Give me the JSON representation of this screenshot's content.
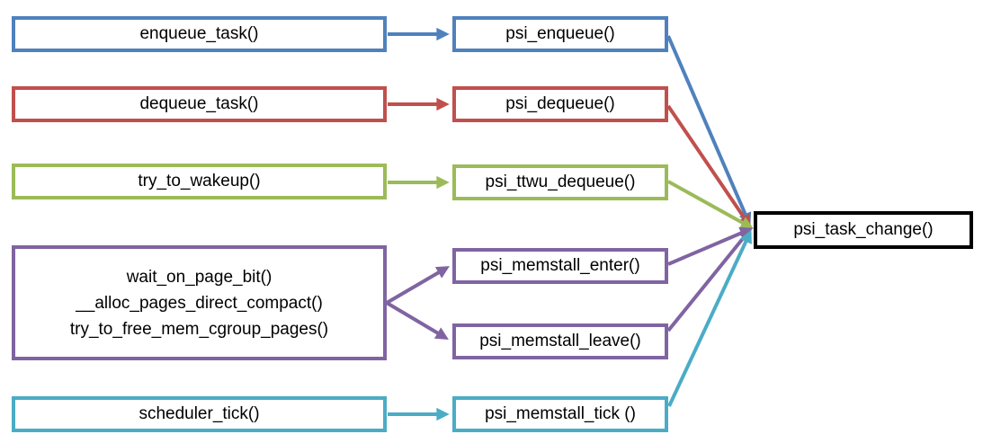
{
  "diagram": {
    "colors": {
      "blue": "#4F81BD",
      "red": "#C0504D",
      "green": "#9BBB59",
      "purple": "#8064A2",
      "cyan": "#4BACC6",
      "black": "#000000",
      "text": "#000000",
      "background": "#FFFFFF"
    },
    "left_nodes": [
      {
        "id": "enqueue_task",
        "label": "enqueue_task()",
        "color": "blue"
      },
      {
        "id": "dequeue_task",
        "label": "dequeue_task()",
        "color": "red"
      },
      {
        "id": "try_to_wakeup",
        "label": "try_to_wakeup()",
        "color": "green"
      },
      {
        "id": "memstall_sources",
        "lines": [
          "wait_on_page_bit()",
          "__alloc_pages_direct_compact()",
          "try_to_free_mem_cgroup_pages()"
        ],
        "color": "purple"
      },
      {
        "id": "scheduler_tick",
        "label": "scheduler_tick()",
        "color": "cyan"
      }
    ],
    "mid_nodes": [
      {
        "id": "psi_enqueue",
        "label": "psi_enqueue()",
        "color": "blue"
      },
      {
        "id": "psi_dequeue",
        "label": "psi_dequeue()",
        "color": "red"
      },
      {
        "id": "psi_ttwu_dequeue",
        "label": "psi_ttwu_dequeue()",
        "color": "green"
      },
      {
        "id": "psi_memstall_enter",
        "label": "psi_memstall_enter()",
        "color": "purple"
      },
      {
        "id": "psi_memstall_leave",
        "label": "psi_memstall_leave()",
        "color": "purple"
      },
      {
        "id": "psi_memstall_tick",
        "label": "psi_memstall_tick ()",
        "color": "cyan"
      }
    ],
    "target_node": {
      "id": "psi_task_change",
      "label": "psi_task_change()",
      "color": "black"
    },
    "edges": [
      {
        "from": "enqueue_task",
        "to": "psi_enqueue",
        "color": "blue"
      },
      {
        "from": "dequeue_task",
        "to": "psi_dequeue",
        "color": "red"
      },
      {
        "from": "try_to_wakeup",
        "to": "psi_ttwu_dequeue",
        "color": "green"
      },
      {
        "from": "memstall_sources",
        "to": "psi_memstall_enter",
        "color": "purple"
      },
      {
        "from": "memstall_sources",
        "to": "psi_memstall_leave",
        "color": "purple"
      },
      {
        "from": "scheduler_tick",
        "to": "psi_memstall_tick",
        "color": "cyan"
      },
      {
        "from": "psi_enqueue",
        "to": "psi_task_change",
        "color": "blue"
      },
      {
        "from": "psi_dequeue",
        "to": "psi_task_change",
        "color": "red"
      },
      {
        "from": "psi_ttwu_dequeue",
        "to": "psi_task_change",
        "color": "green"
      },
      {
        "from": "psi_memstall_enter",
        "to": "psi_task_change",
        "color": "purple"
      },
      {
        "from": "psi_memstall_leave",
        "to": "psi_task_change",
        "color": "purple"
      },
      {
        "from": "psi_memstall_tick",
        "to": "psi_task_change",
        "color": "cyan"
      }
    ]
  }
}
